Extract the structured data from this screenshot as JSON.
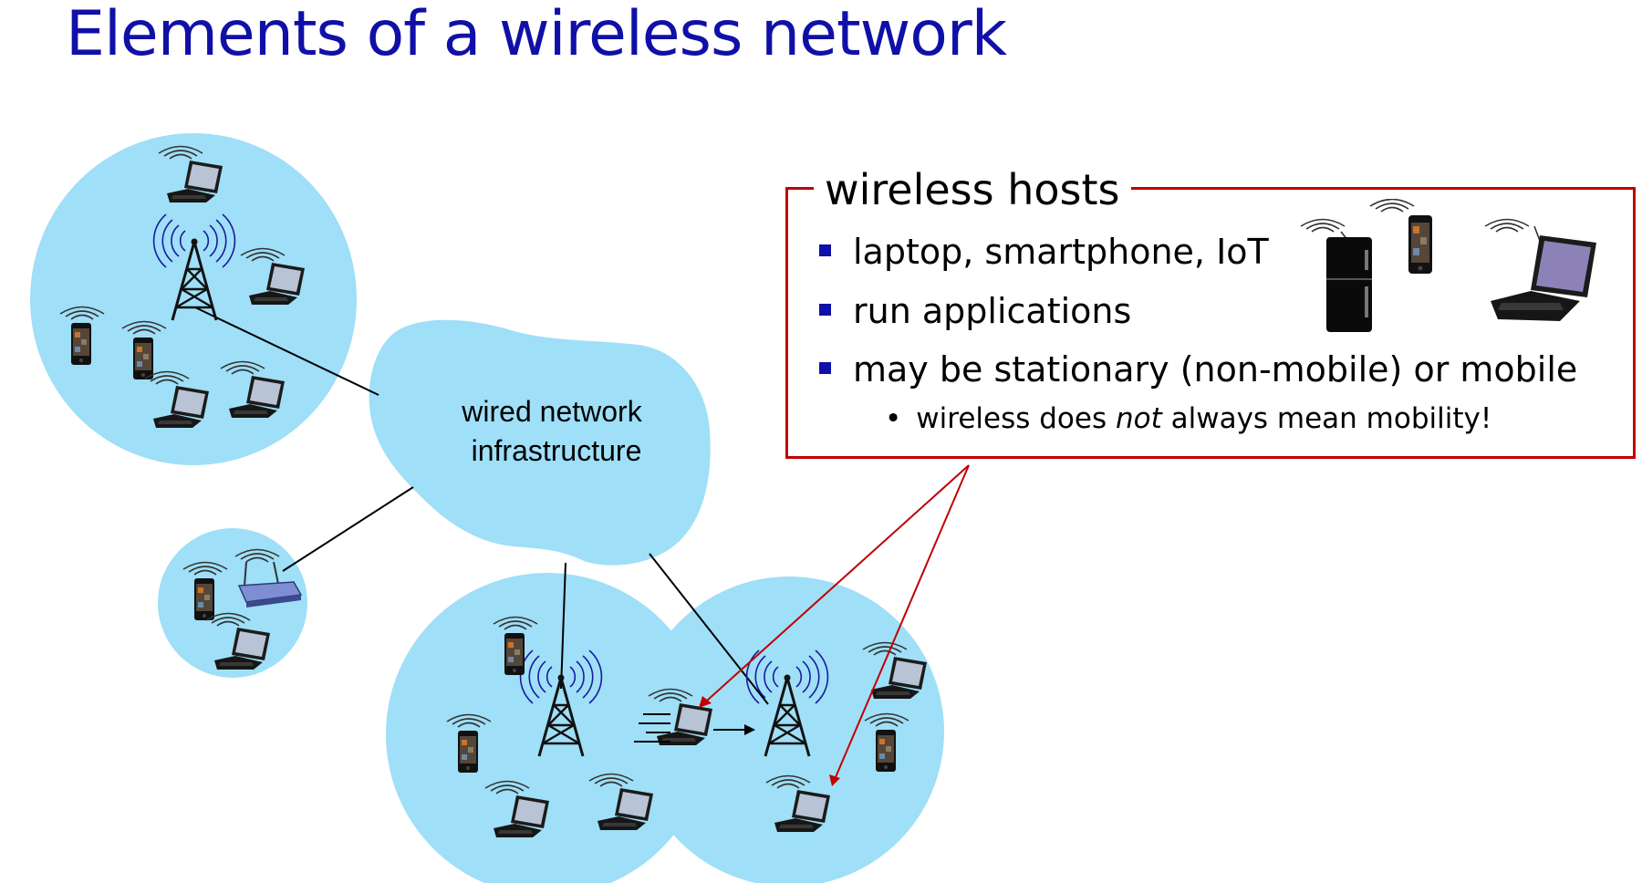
{
  "slide": {
    "title": "Elements of a wireless network"
  },
  "cloud": {
    "line1": "wired network",
    "line2": "infrastructure"
  },
  "callout": {
    "heading": "wireless hosts",
    "bullets": [
      "laptop, smartphone, IoT",
      "run applications",
      "may be stationary (non-mobile) or mobile"
    ],
    "sub_bullet": {
      "before": "wireless does ",
      "emphasis": "not",
      "after": " always mean mobility!"
    }
  },
  "colors": {
    "title": "#1010a8",
    "coverage": "#9fdff7",
    "callout_border": "#c00000",
    "bullet_marker": "#1010a8"
  },
  "icons": [
    "laptop-icon",
    "smartphone-icon",
    "cell-tower-icon",
    "wifi-router-icon",
    "refrigerator-icon",
    "wireless-signal-icon"
  ]
}
